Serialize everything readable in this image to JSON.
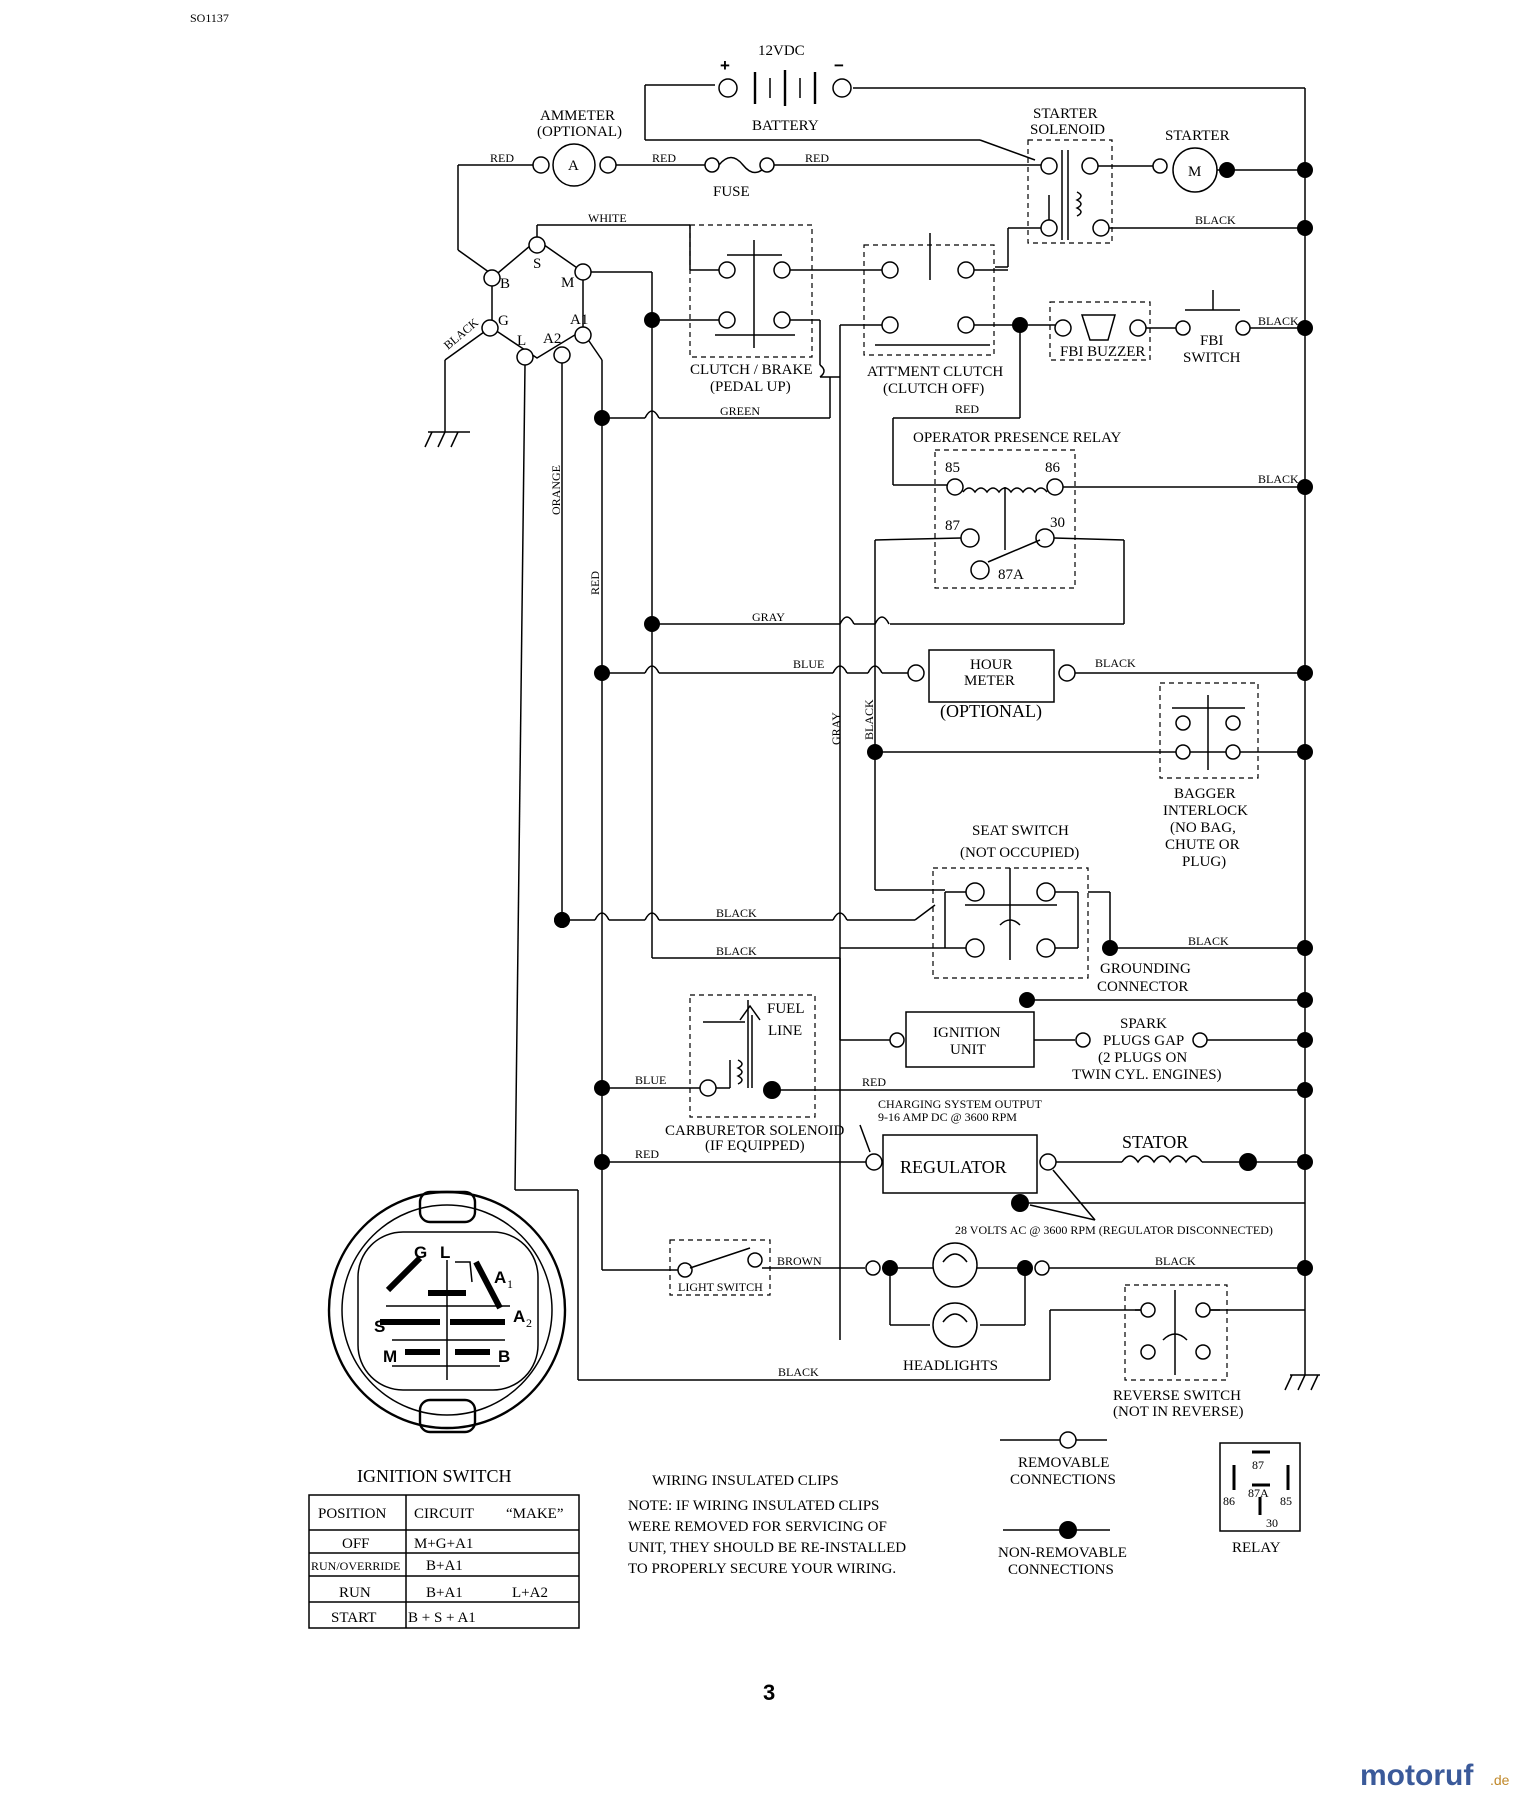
{
  "corner_code": "SO1137",
  "battery": {
    "label": "BATTERY",
    "voltage": "12VDC",
    "plus": "+",
    "minus": "−"
  },
  "ammeter": {
    "title": "AMMETER",
    "sub": "(OPTIONAL)",
    "symbol": "A"
  },
  "fuse": "FUSE",
  "starter_solenoid": [
    "STARTER",
    "SOLENOID"
  ],
  "starter": {
    "label": "STARTER",
    "symbol": "M"
  },
  "ignition_terms": {
    "B": "B",
    "G": "G",
    "S": "S",
    "M": "M",
    "L": "L",
    "A1": "A1",
    "A2": "A2"
  },
  "clutch_brake": [
    "CLUTCH / BRAKE",
    "(PEDAL UP)"
  ],
  "attment_clutch": [
    "ATT'MENT CLUTCH",
    "(CLUTCH OFF)"
  ],
  "fbi_buzzer": "FBI BUZZER",
  "fbi_switch": [
    "FBI",
    "SWITCH"
  ],
  "relay_block": {
    "title": "OPERATOR PRESENCE RELAY",
    "p85": "85",
    "p86": "86",
    "p87": "87",
    "p30": "30",
    "p87a": "87A"
  },
  "hour_meter": {
    "line1": "HOUR",
    "line2": "METER",
    "note": "(OPTIONAL)"
  },
  "bagger": [
    "BAGGER",
    "INTERLOCK",
    "(NO BAG,",
    "CHUTE OR",
    "PLUG)"
  ],
  "seat_switch": [
    "SEAT SWITCH",
    "(NOT OCCUPIED)"
  ],
  "grounding": [
    "GROUNDING",
    "CONNECTOR"
  ],
  "fuel_line": [
    "FUEL",
    "LINE"
  ],
  "ignition_unit": [
    "IGNITION",
    "UNIT"
  ],
  "spark": [
    "SPARK",
    "PLUGS GAP",
    "(2 PLUGS ON",
    "TWIN CYL. ENGINES)"
  ],
  "carb": [
    "CARBURETOR SOLENOID",
    "(IF EQUIPPED)"
  ],
  "charging": [
    "CHARGING SYSTEM OUTPUT",
    "9-16 AMP DC @ 3600 RPM"
  ],
  "regulator": "REGULATOR",
  "stator": "STATOR",
  "volts_note": "28 VOLTS AC @ 3600 RPM (REGULATOR DISCONNECTED)",
  "light_switch": "LIGHT SWITCH",
  "headlights": "HEADLIGHTS",
  "reverse_switch": [
    "REVERSE SWITCH",
    "(NOT IN REVERSE)"
  ],
  "wires": {
    "red": "RED",
    "white": "WHITE",
    "black": "BLACK",
    "green": "GREEN",
    "orange": "ORANGE",
    "gray": "GRAY",
    "blue": "BLUE",
    "brown": "BROWN"
  },
  "ignition_switch": {
    "title": "IGNITION SWITCH",
    "face": {
      "G": "G",
      "L": "L",
      "A1": "A",
      "A1sub": "1",
      "A2": "A",
      "A2sub": "2",
      "S": "S",
      "M": "M",
      "B": "B"
    },
    "headers": [
      "POSITION",
      "CIRCUIT",
      "“MAKE”"
    ],
    "rows": [
      {
        "pos": "OFF",
        "circuit": "M+G+A1",
        "extra": ""
      },
      {
        "pos": "RUN/OVERRIDE",
        "circuit": "B+A1",
        "extra": ""
      },
      {
        "pos": "RUN",
        "circuit": "B+A1",
        "extra": "L+A2"
      },
      {
        "pos": "START",
        "circuit": "B + S + A1",
        "extra": ""
      }
    ]
  },
  "clips": {
    "title": "WIRING INSULATED CLIPS",
    "note": [
      "NOTE:  IF WIRING INSULATED CLIPS",
      "WERE REMOVED FOR SERVICING OF",
      " UNIT, THEY SHOULD BE RE-INSTALLED",
      "TO PROPERLY SECURE YOUR WIRING."
    ]
  },
  "legend": {
    "removable": [
      "REMOVABLE",
      "CONNECTIONS"
    ],
    "non_removable": [
      "NON-REMOVABLE",
      "CONNECTIONS"
    ]
  },
  "relay_legend": {
    "label": "RELAY",
    "p86": "86",
    "p85": "85",
    "p87": "87",
    "p87a": "87A",
    "p30": "30"
  },
  "page_number": "3",
  "watermark": {
    "name": "motoruf",
    "tld": ".de"
  }
}
